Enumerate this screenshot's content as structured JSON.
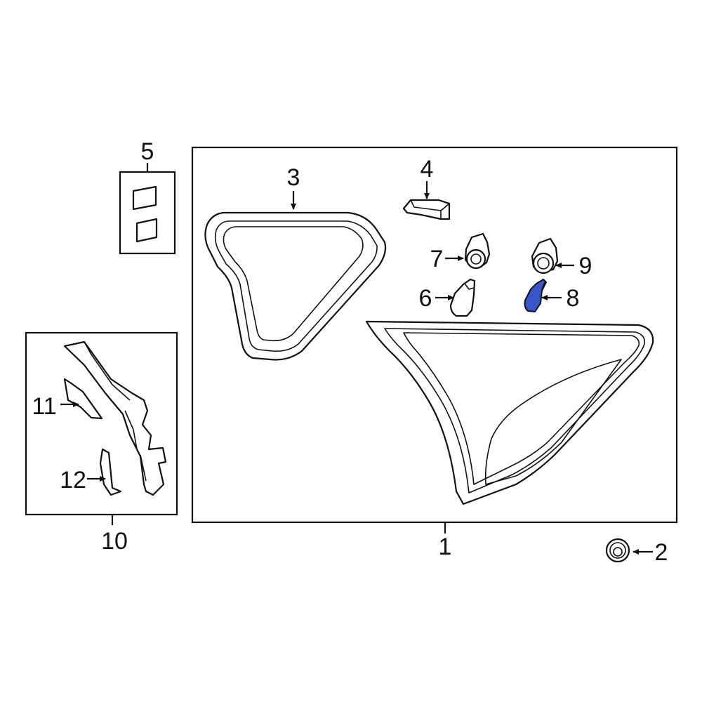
{
  "diagram": {
    "callouts": {
      "c1": "1",
      "c2": "2",
      "c3": "3",
      "c4": "4",
      "c5": "5",
      "c6": "6",
      "c7": "7",
      "c8": "8",
      "c9": "9",
      "c10": "10",
      "c11": "11",
      "c12": "12"
    },
    "highlight_part": "8",
    "colors": {
      "highlight_fill": "#3a55c8",
      "line": "#111111",
      "background": "#ffffff"
    }
  }
}
